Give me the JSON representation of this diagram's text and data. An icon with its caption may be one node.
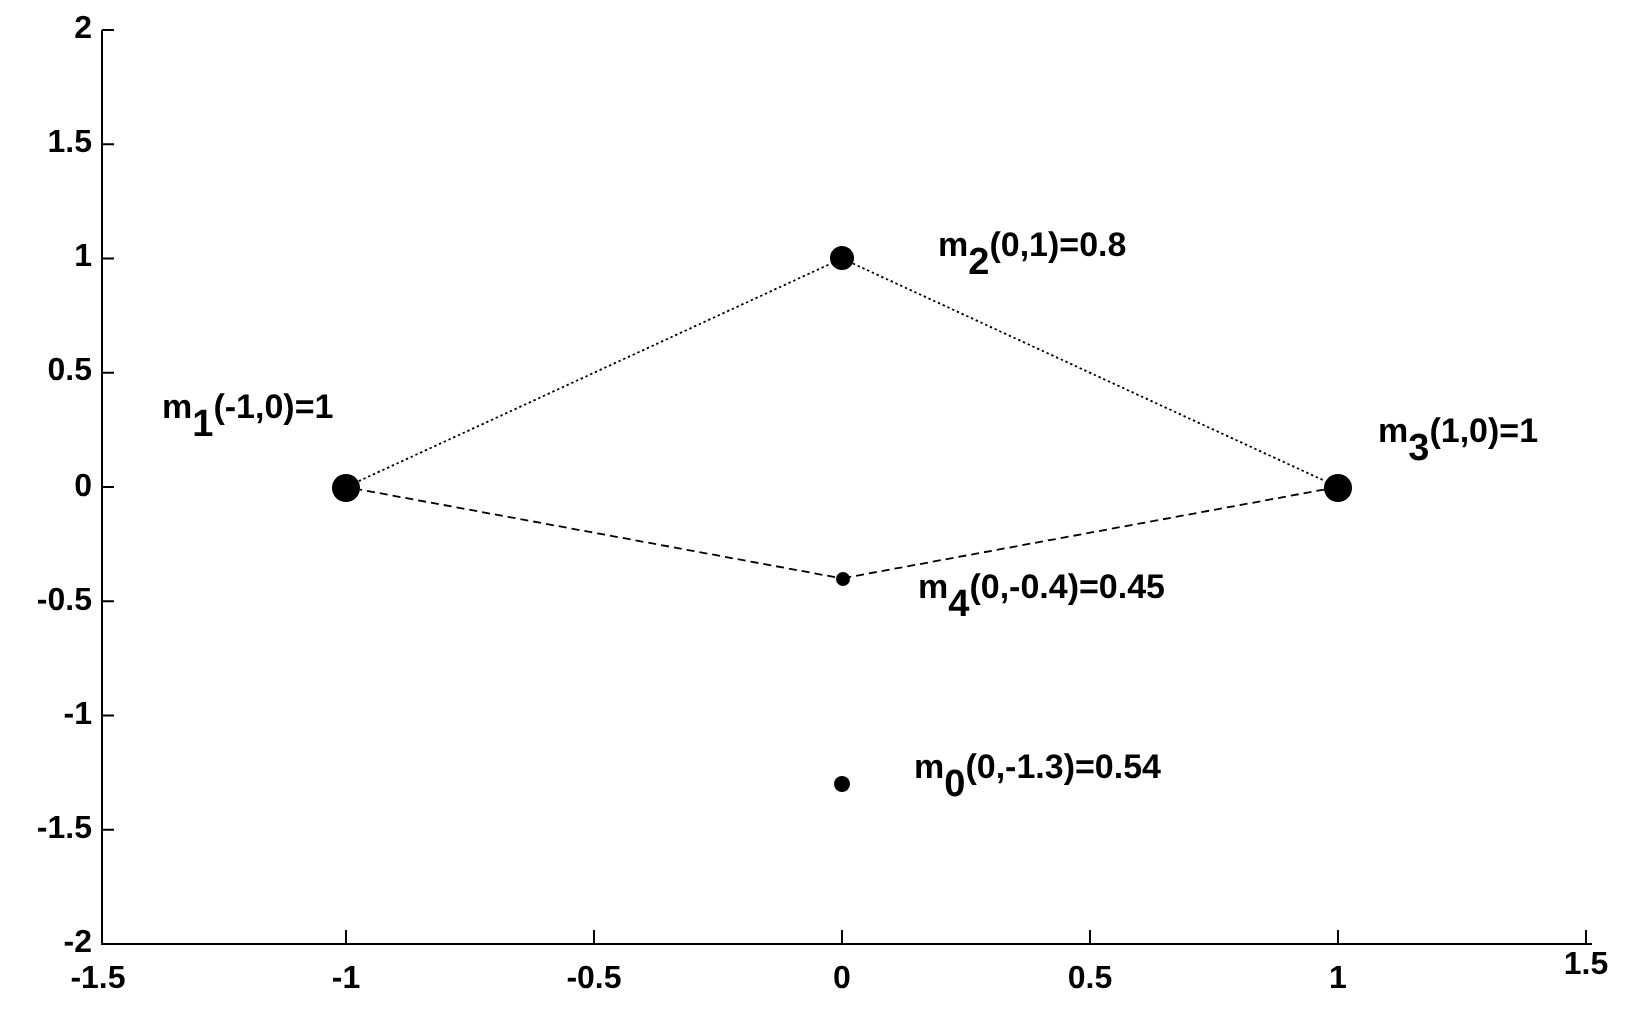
{
  "diagram": {
    "nodes": [
      {
        "text": [],
        "shape": "circle",
        "beside": [
          "m$_{1}$(-1,0)=1"
        ]
      },
      {
        "text": [],
        "shape": "circle",
        "beside": [
          "m$_{2}$(0,1)=0.8"
        ]
      },
      {
        "text": [],
        "shape": "circle",
        "beside": [
          "m$_{3}$(1,0)=1"
        ]
      },
      {
        "text": [],
        "shape": "circle",
        "beside": [
          "m$_{4}$(0,-0.4)=0.45"
        ]
      },
      {
        "text": [],
        "shape": "circle",
        "beside": [
          "m$_{0}$(0,-1.3)=0.54"
        ]
      }
    ],
    "edges": [
      {
        "from": 0,
        "to": 1,
        "arrow": "none"
      },
      {
        "from": 1,
        "to": 2,
        "arrow": "none"
      },
      {
        "from": 2,
        "to": 3,
        "arrow": "none",
        "style": "dashed"
      },
      {
        "from": 3,
        "to": 0,
        "arrow": "none",
        "style": "dashed"
      }
    ],
    "labels": [
      "2",
      "1.5",
      "1",
      "0.5",
      "0",
      "-0.5",
      "-1",
      "-1.5",
      "-2",
      "-1.5",
      "-1",
      "-0.5",
      "0",
      "0.5",
      "1",
      "1.5"
    ]
  }
}
